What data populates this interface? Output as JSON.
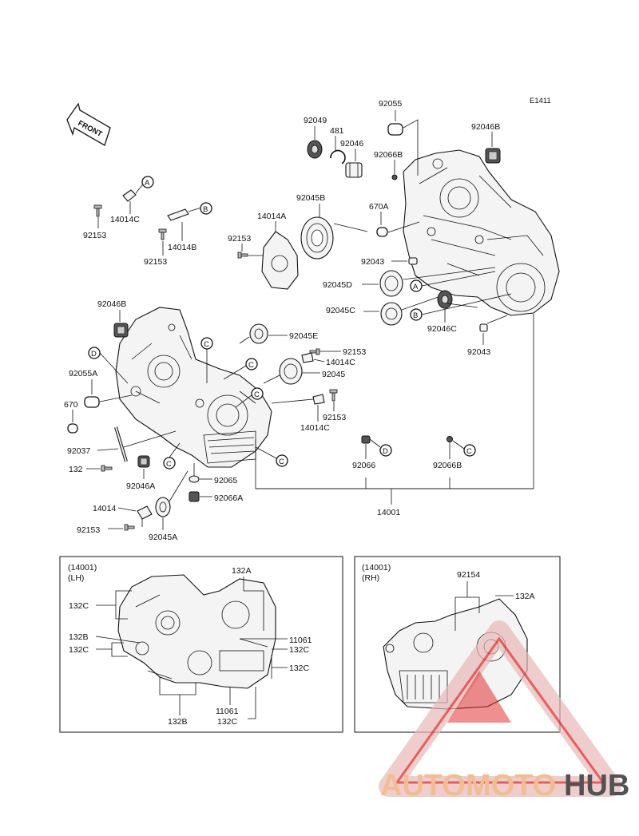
{
  "diagram_code": "E1411",
  "front_label": "FRONT",
  "callouts": {
    "a": "A",
    "b": "B",
    "c": "C",
    "d": "D"
  },
  "parts": {
    "p92055": "92055",
    "p92049": "92049",
    "p481": "481",
    "p92046": "92046",
    "p92066b_top": "92066B",
    "p92046b_top": "92046B",
    "p92045b": "92045B",
    "p14014a": "14014A",
    "p670a": "670A",
    "p92153_top": "92153",
    "p14014c_top": "14014C",
    "p92153_a": "92153",
    "p14014b": "14014B",
    "p92153_b": "92153",
    "p92043_top": "92043",
    "p92045d": "92045D",
    "p92045c": "92045C",
    "p92046c": "92046C",
    "p92043_bot": "92043",
    "p92046b_left": "92046B",
    "p92045e": "92045E",
    "p92153_mid": "92153",
    "p14014c_mid": "14014C",
    "p92045": "92045",
    "p92153_mid2": "92153",
    "p14014c_mid2": "14014C",
    "p92055a": "92055A",
    "p670": "670",
    "p92037": "92037",
    "p132": "132",
    "p92046a": "92046A",
    "p92065": "92065",
    "p92066a": "92066A",
    "p14014": "14014",
    "p92153_low": "92153",
    "p92045a": "92045A",
    "p92066": "92066",
    "p92066b_low": "92066B",
    "p14001": "14001"
  },
  "lh_box": {
    "title_line1": "(14001)",
    "title_line2": "(LH)",
    "l132a": "132A",
    "l132c_1": "132C",
    "l132b_1": "132B",
    "l132c_2": "132C",
    "l11061_1": "11061",
    "l132c_3": "132C",
    "l132c_4": "132C",
    "l132b_2": "132B",
    "l11061_2": "11061",
    "l132c_5": "132C"
  },
  "rh_box": {
    "title_line1": "(14001)",
    "title_line2": "(RH)",
    "r92154": "92154",
    "r132a": "132A"
  },
  "watermark": {
    "part1": "AUTOMOTO",
    "part2": "HUB",
    "color_main": "#f0b98a",
    "color_accent": "#e02020",
    "color_dark": "#444444"
  }
}
